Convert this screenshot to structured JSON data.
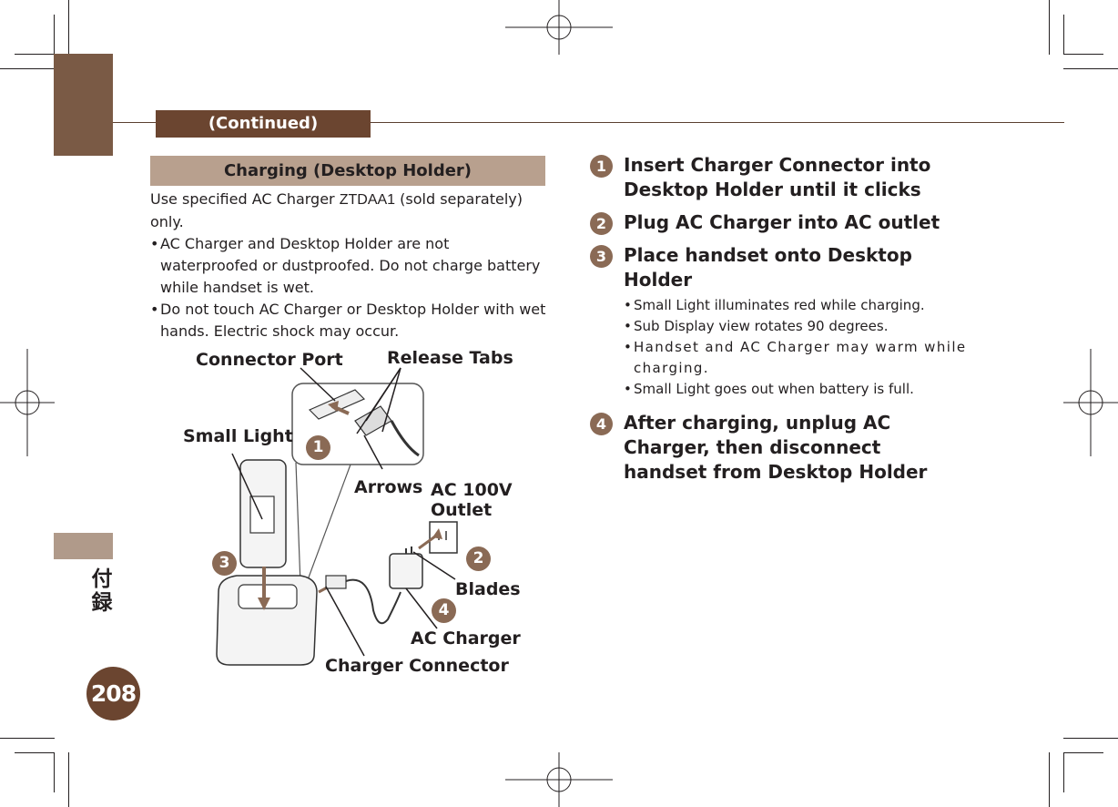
{
  "header": {
    "continued_label": "(Continued)"
  },
  "section": {
    "title": "Charging (Desktop Holder)",
    "intro_prefix": "Use specified AC Charger ",
    "model": "ZTDAA1",
    "intro_suffix": " (sold separately) only.",
    "bullets": [
      "AC Charger and Desktop Holder are not waterproofed or dustproofed. Do not charge battery while handset is wet.",
      "Do not touch AC Charger or Desktop Holder with wet hands. Electric shock may occur."
    ]
  },
  "figure": {
    "labels": {
      "connector_port": "Connector Port",
      "release_tabs": "Release Tabs",
      "small_light": "Small Light",
      "arrows": "Arrows",
      "ac_outlet_line1": "AC 100V",
      "ac_outlet_line2": "Outlet",
      "blades": "Blades",
      "ac_charger": "AC Charger",
      "charger_connector": "Charger Connector"
    },
    "markers": [
      "1",
      "2",
      "3",
      "4"
    ]
  },
  "steps": [
    {
      "num": "1",
      "text": "Insert Charger Connector into Desktop Holder until it clicks"
    },
    {
      "num": "2",
      "text": "Plug AC Charger into AC outlet"
    },
    {
      "num": "3",
      "text": "Place handset onto Desktop Holder"
    },
    {
      "num": "4",
      "text": "After charging, unplug AC Charger, then disconnect handset from Desktop Holder"
    }
  ],
  "step3_notes": [
    "Small Light illuminates red while charging.",
    "Sub Display view rotates 90 degrees.",
    "Handset and AC Charger may warm while charging.",
    "Small Light goes out when battery is full."
  ],
  "side": {
    "chapter_kanji_1": "付",
    "chapter_kanji_2": "録",
    "page_number": "208"
  },
  "colors": {
    "accent_brown": "#6b4530",
    "tab_brown": "#7a5a45",
    "section_head_bg": "#b8a08e",
    "marker": "#8a6a55"
  }
}
